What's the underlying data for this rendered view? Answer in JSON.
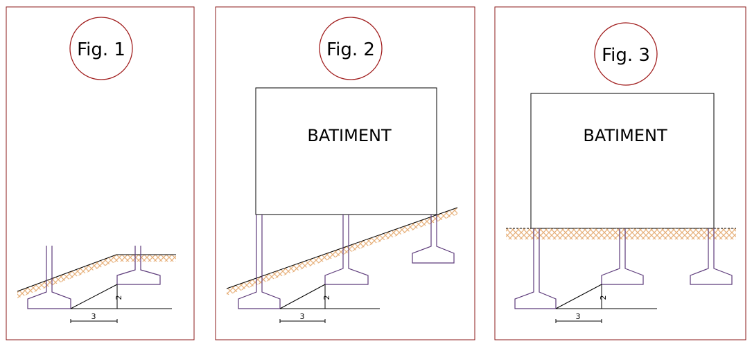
{
  "colors": {
    "frame": "#8b1a1a",
    "circle": "#a01c1c",
    "foundation": "#5c3a7a",
    "hatch": "#e7b07a",
    "line": "#000000",
    "background": "#ffffff"
  },
  "figures": [
    {
      "label": "Fig. 1",
      "building_label": "",
      "slope_dim": "2",
      "run_dim": "3"
    },
    {
      "label": "Fig. 2",
      "building_label": "BATIMENT",
      "slope_dim": "2",
      "run_dim": "3"
    },
    {
      "label": "Fig. 3",
      "building_label": "BATIMENT",
      "slope_dim": "2",
      "run_dim": "3"
    }
  ]
}
